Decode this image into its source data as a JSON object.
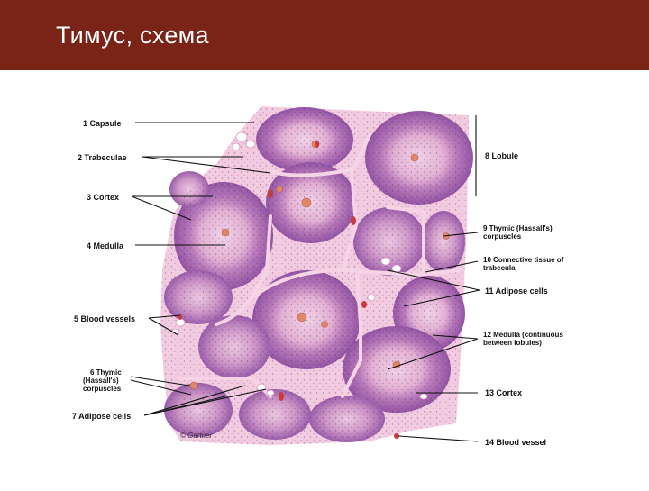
{
  "slide": {
    "title": "Тимус, схема",
    "header_color": "#7a2418"
  },
  "figure": {
    "labels_left": [
      {
        "id": "capsule",
        "text": "1 Capsule"
      },
      {
        "id": "trabeculae",
        "text": "2 Trabeculae"
      },
      {
        "id": "cortex",
        "text": "3 Cortex"
      },
      {
        "id": "medulla",
        "text": "4 Medulla"
      },
      {
        "id": "blood-vessels",
        "text": "5 Blood vessels"
      },
      {
        "id": "thymic-corpuscles-6",
        "lines": [
          "6 Thymic",
          "(Hassall's)",
          "corpuscles"
        ]
      },
      {
        "id": "adipose-cells-7",
        "text": "7 Adipose cells"
      }
    ],
    "labels_right": [
      {
        "id": "lobule",
        "text": "8 Lobule"
      },
      {
        "id": "thymic-corpuscle-9",
        "lines": [
          "9 Thymic (Hassall's)",
          "corpuscles"
        ]
      },
      {
        "id": "connective-tissue",
        "lines": [
          "10 Connective tissue of",
          "trabecula"
        ]
      },
      {
        "id": "adipose-cells-11",
        "text": "11 Adipose cells"
      },
      {
        "id": "medulla-12",
        "lines": [
          "12 Medulla (continuous",
          "between lobules)"
        ]
      },
      {
        "id": "cortex-13",
        "text": "13 Cortex"
      },
      {
        "id": "blood-vessel-14",
        "text": "14 Blood vessel"
      }
    ],
    "credit": "© Gartner",
    "colors": {
      "cortex": "#8a4a9e",
      "medulla": "#e6b6d6",
      "trabecula": "#f2c6dc",
      "corpuscle": "#e08866"
    }
  }
}
